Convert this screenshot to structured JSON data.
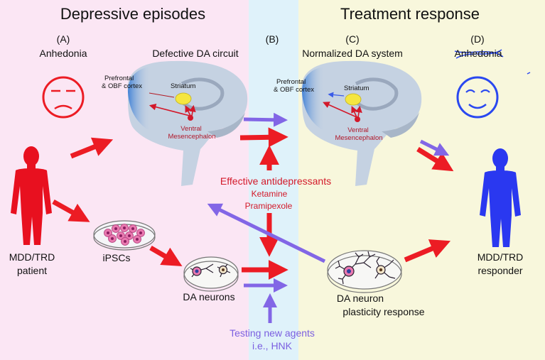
{
  "headers": {
    "left": "Depressive episodes",
    "right": "Treatment response"
  },
  "panels": {
    "a": {
      "letter": "(A)",
      "title": "Anhedonia"
    },
    "a_circuit": {
      "title": "Defective DA circuit"
    },
    "b": {
      "letter": "(B)"
    },
    "c": {
      "letter": "(C)",
      "title": "Normalized DA system"
    },
    "d": {
      "letter": "(D)",
      "title": "Anhedonia"
    }
  },
  "brain_labels": {
    "cortex_line1": "Prefrontal",
    "cortex_line2": "& OBF cortex",
    "striatum": "Striatum",
    "vm_line1": "Ventral",
    "vm_line2": "Mesencephalon"
  },
  "patient": {
    "line1": "MDD/TRD",
    "line2": "patient"
  },
  "responder": {
    "line1": "MDD/TRD",
    "line2": "responder"
  },
  "ipscs": "iPSCs",
  "da_neurons": "DA neurons",
  "plasticity": {
    "line1": "DA neuron",
    "line2": "plasticity response"
  },
  "antidepressants": {
    "title": "Effective antidepressants",
    "drug1": "Ketamine",
    "drug2": "Pramipexole"
  },
  "new_agents": {
    "line1": "Testing new agents",
    "line2": "i.e., HNK"
  },
  "colors": {
    "left_bg": "#fbe6f4",
    "middle_bg": "#dff2fa",
    "right_bg": "#f8f7dc",
    "red": "#ec1c24",
    "purple": "#8266e6",
    "blue": "#2a48f0",
    "brain": "#c5d2e2",
    "dark_red": "#b0182a"
  }
}
